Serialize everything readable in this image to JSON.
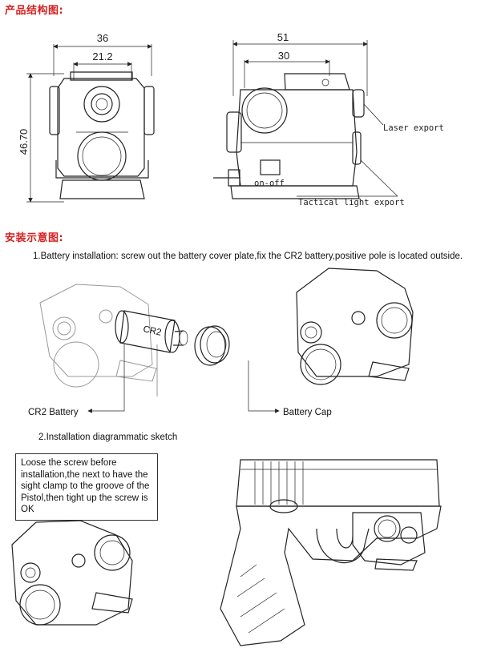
{
  "headings": {
    "structure": "产品结构图:",
    "installation": "安装示意图:"
  },
  "front_view": {
    "width_total": "36",
    "width_inner": "21.2",
    "height": "46.70"
  },
  "side_view": {
    "width_total": "51",
    "width_inner": "30",
    "laser_label": "Laser export",
    "switch_label": "on-off",
    "light_label": "Tactical light export"
  },
  "step1": {
    "caption": "1.Battery installation: screw out the battery cover plate,fix the CR2 battery,positive pole is located outside.",
    "battery_text": "CR2",
    "battery_label": "CR2 Battery",
    "cap_label": "Battery Cap"
  },
  "step2": {
    "caption": "2.Installation diagrammatic sketch",
    "note": "Loose the screw before installation,the next to have the sight clamp to the groove of the Pistol,then tight up the screw is OK"
  },
  "colors": {
    "heading": "#d62020",
    "line": "#222222",
    "ghost": "#999999"
  }
}
